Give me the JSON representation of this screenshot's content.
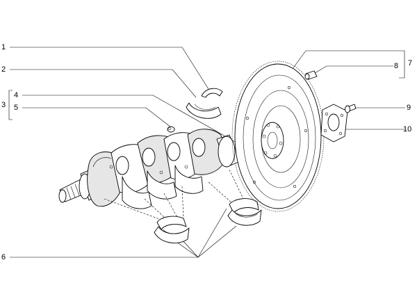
{
  "callouts": {
    "c1": "1",
    "c2": "2",
    "c3": "3",
    "c4": "4",
    "c5": "5",
    "c6": "6",
    "c7": "7",
    "c8": "8",
    "c9": "9",
    "c10": "10"
  },
  "colors": {
    "line": "#000000",
    "background": "#ffffff",
    "shade": "#e6e6e6"
  }
}
